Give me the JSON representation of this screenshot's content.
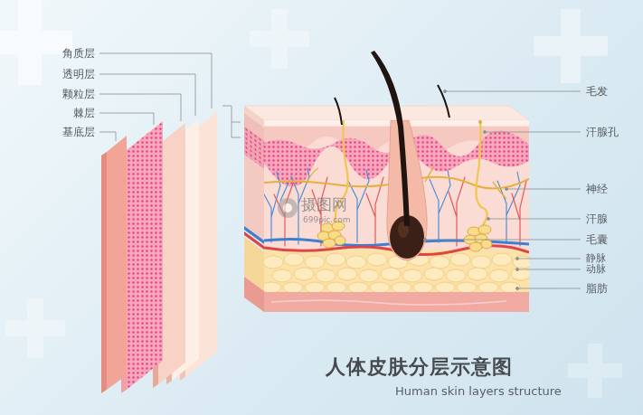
{
  "diagram": {
    "title": "人体皮肤分层示意图",
    "caption": "Human skin layers structure",
    "labels": [
      "角质层",
      "透明层",
      "颗粒层",
      "棘层",
      "基底层",
      "毛发",
      "汗腺孔",
      "神经",
      "汗腺",
      "毛囊",
      "静脉",
      "动脉",
      "脂肪",
      "摄图网",
      "699pic.com"
    ]
  }
}
